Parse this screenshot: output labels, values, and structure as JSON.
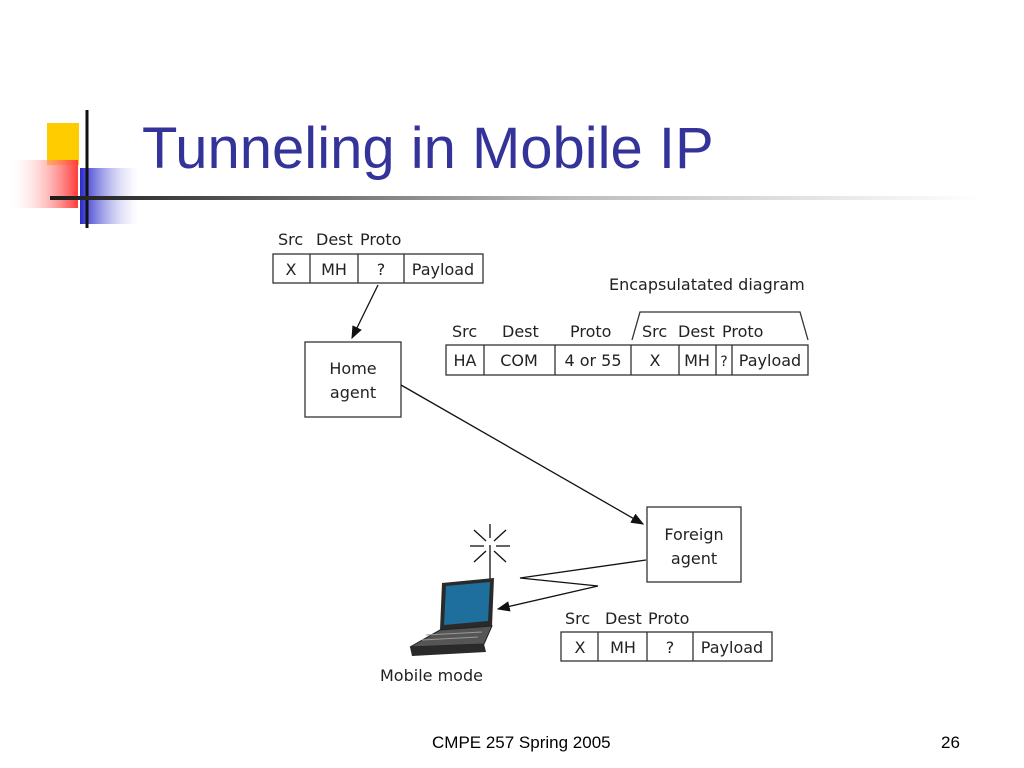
{
  "slide": {
    "title": "Tunneling in Mobile IP",
    "footer_course": "CMPE 257  Spring 2005",
    "page_number": "26"
  },
  "diagram": {
    "original_packet": {
      "headers": [
        "Src",
        "Dest",
        "Proto"
      ],
      "cells": [
        "X",
        "MH",
        "?",
        "Payload"
      ]
    },
    "encapsulated_label": "Encapsulatated diagram",
    "encapsulated_packet": {
      "headers": [
        "Src",
        "Dest",
        "Proto"
      ],
      "inner_headers": [
        "Src",
        "Dest",
        "Proto"
      ],
      "cells": [
        "HA",
        "COM",
        "4 or 55",
        "X",
        "MH",
        "?",
        "Payload"
      ]
    },
    "home_agent": {
      "line1": "Home",
      "line2": "agent"
    },
    "foreign_agent": {
      "line1": "Foreign",
      "line2": "agent"
    },
    "delivered_packet": {
      "headers": [
        "Src",
        "Dest",
        "Proto"
      ],
      "cells": [
        "X",
        "MH",
        "?",
        "Payload"
      ]
    },
    "mobile_label": "Mobile mode"
  },
  "colors": {
    "title": "#333399",
    "accent_yellow": "#ffcc00",
    "accent_blue": "#3333cc",
    "accent_red": "#ff4444",
    "laptop_screen": "#1e6f9e"
  }
}
